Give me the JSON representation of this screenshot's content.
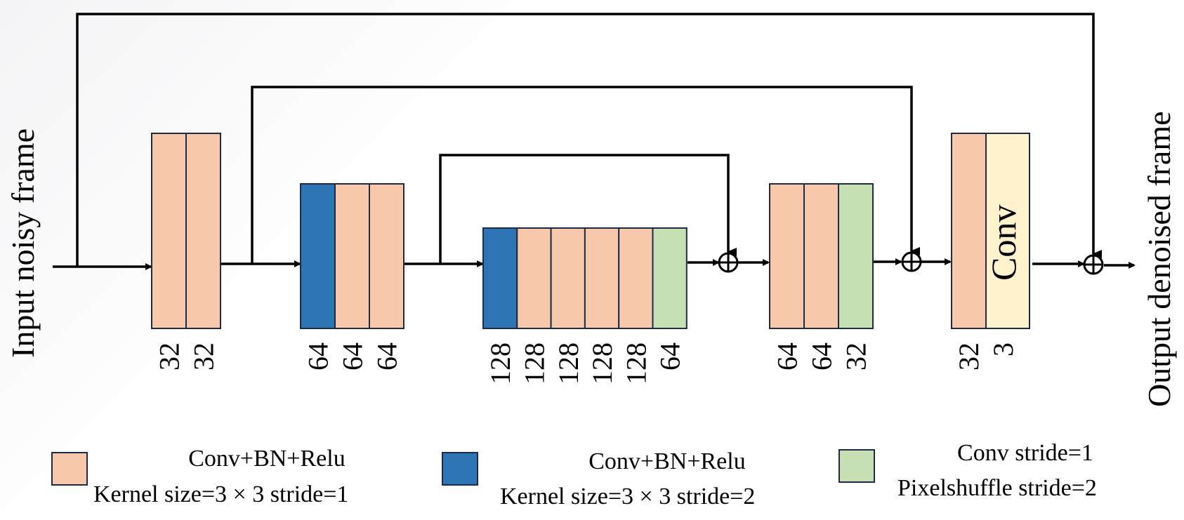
{
  "diagram": {
    "input_label": "Input noisy frame",
    "output_label": "Output denoised frame",
    "colors": {
      "conv_bn_relu_s1": "#f7c9aa",
      "conv_bn_relu_s2": "#2e75b6",
      "pixelshuffle": "#c6e0b4",
      "final_conv": "#fff2cc",
      "outline": "#1f2a44"
    },
    "stages": [
      {
        "channels": [
          "32",
          "32"
        ],
        "types": [
          "s1",
          "s1"
        ]
      },
      {
        "channels": [
          "64",
          "64",
          "64"
        ],
        "types": [
          "s2",
          "s1",
          "s1"
        ]
      },
      {
        "channels": [
          "128",
          "128",
          "128",
          "128",
          "128",
          "64"
        ],
        "types": [
          "s2",
          "s1",
          "s1",
          "s1",
          "s1",
          "ps"
        ]
      },
      {
        "channels": [
          "64",
          "64",
          "32"
        ],
        "types": [
          "s1",
          "s1",
          "ps"
        ]
      },
      {
        "channels": [
          "32",
          "3"
        ],
        "types": [
          "s1",
          "conv"
        ],
        "conv_label": "Conv"
      }
    ],
    "adder_symbol": "⊕",
    "legend": [
      {
        "line1": "Conv+BN+Relu",
        "line2": "Kernel size=3 × 3  stride=1",
        "color_key": "conv_bn_relu_s1"
      },
      {
        "line1": "Conv+BN+Relu",
        "line2": "Kernel size=3 × 3  stride=2",
        "color_key": "conv_bn_relu_s2"
      },
      {
        "line1": "Conv stride=1",
        "line2": "Pixelshuffle  stride=2",
        "color_key": "pixelshuffle"
      }
    ]
  }
}
